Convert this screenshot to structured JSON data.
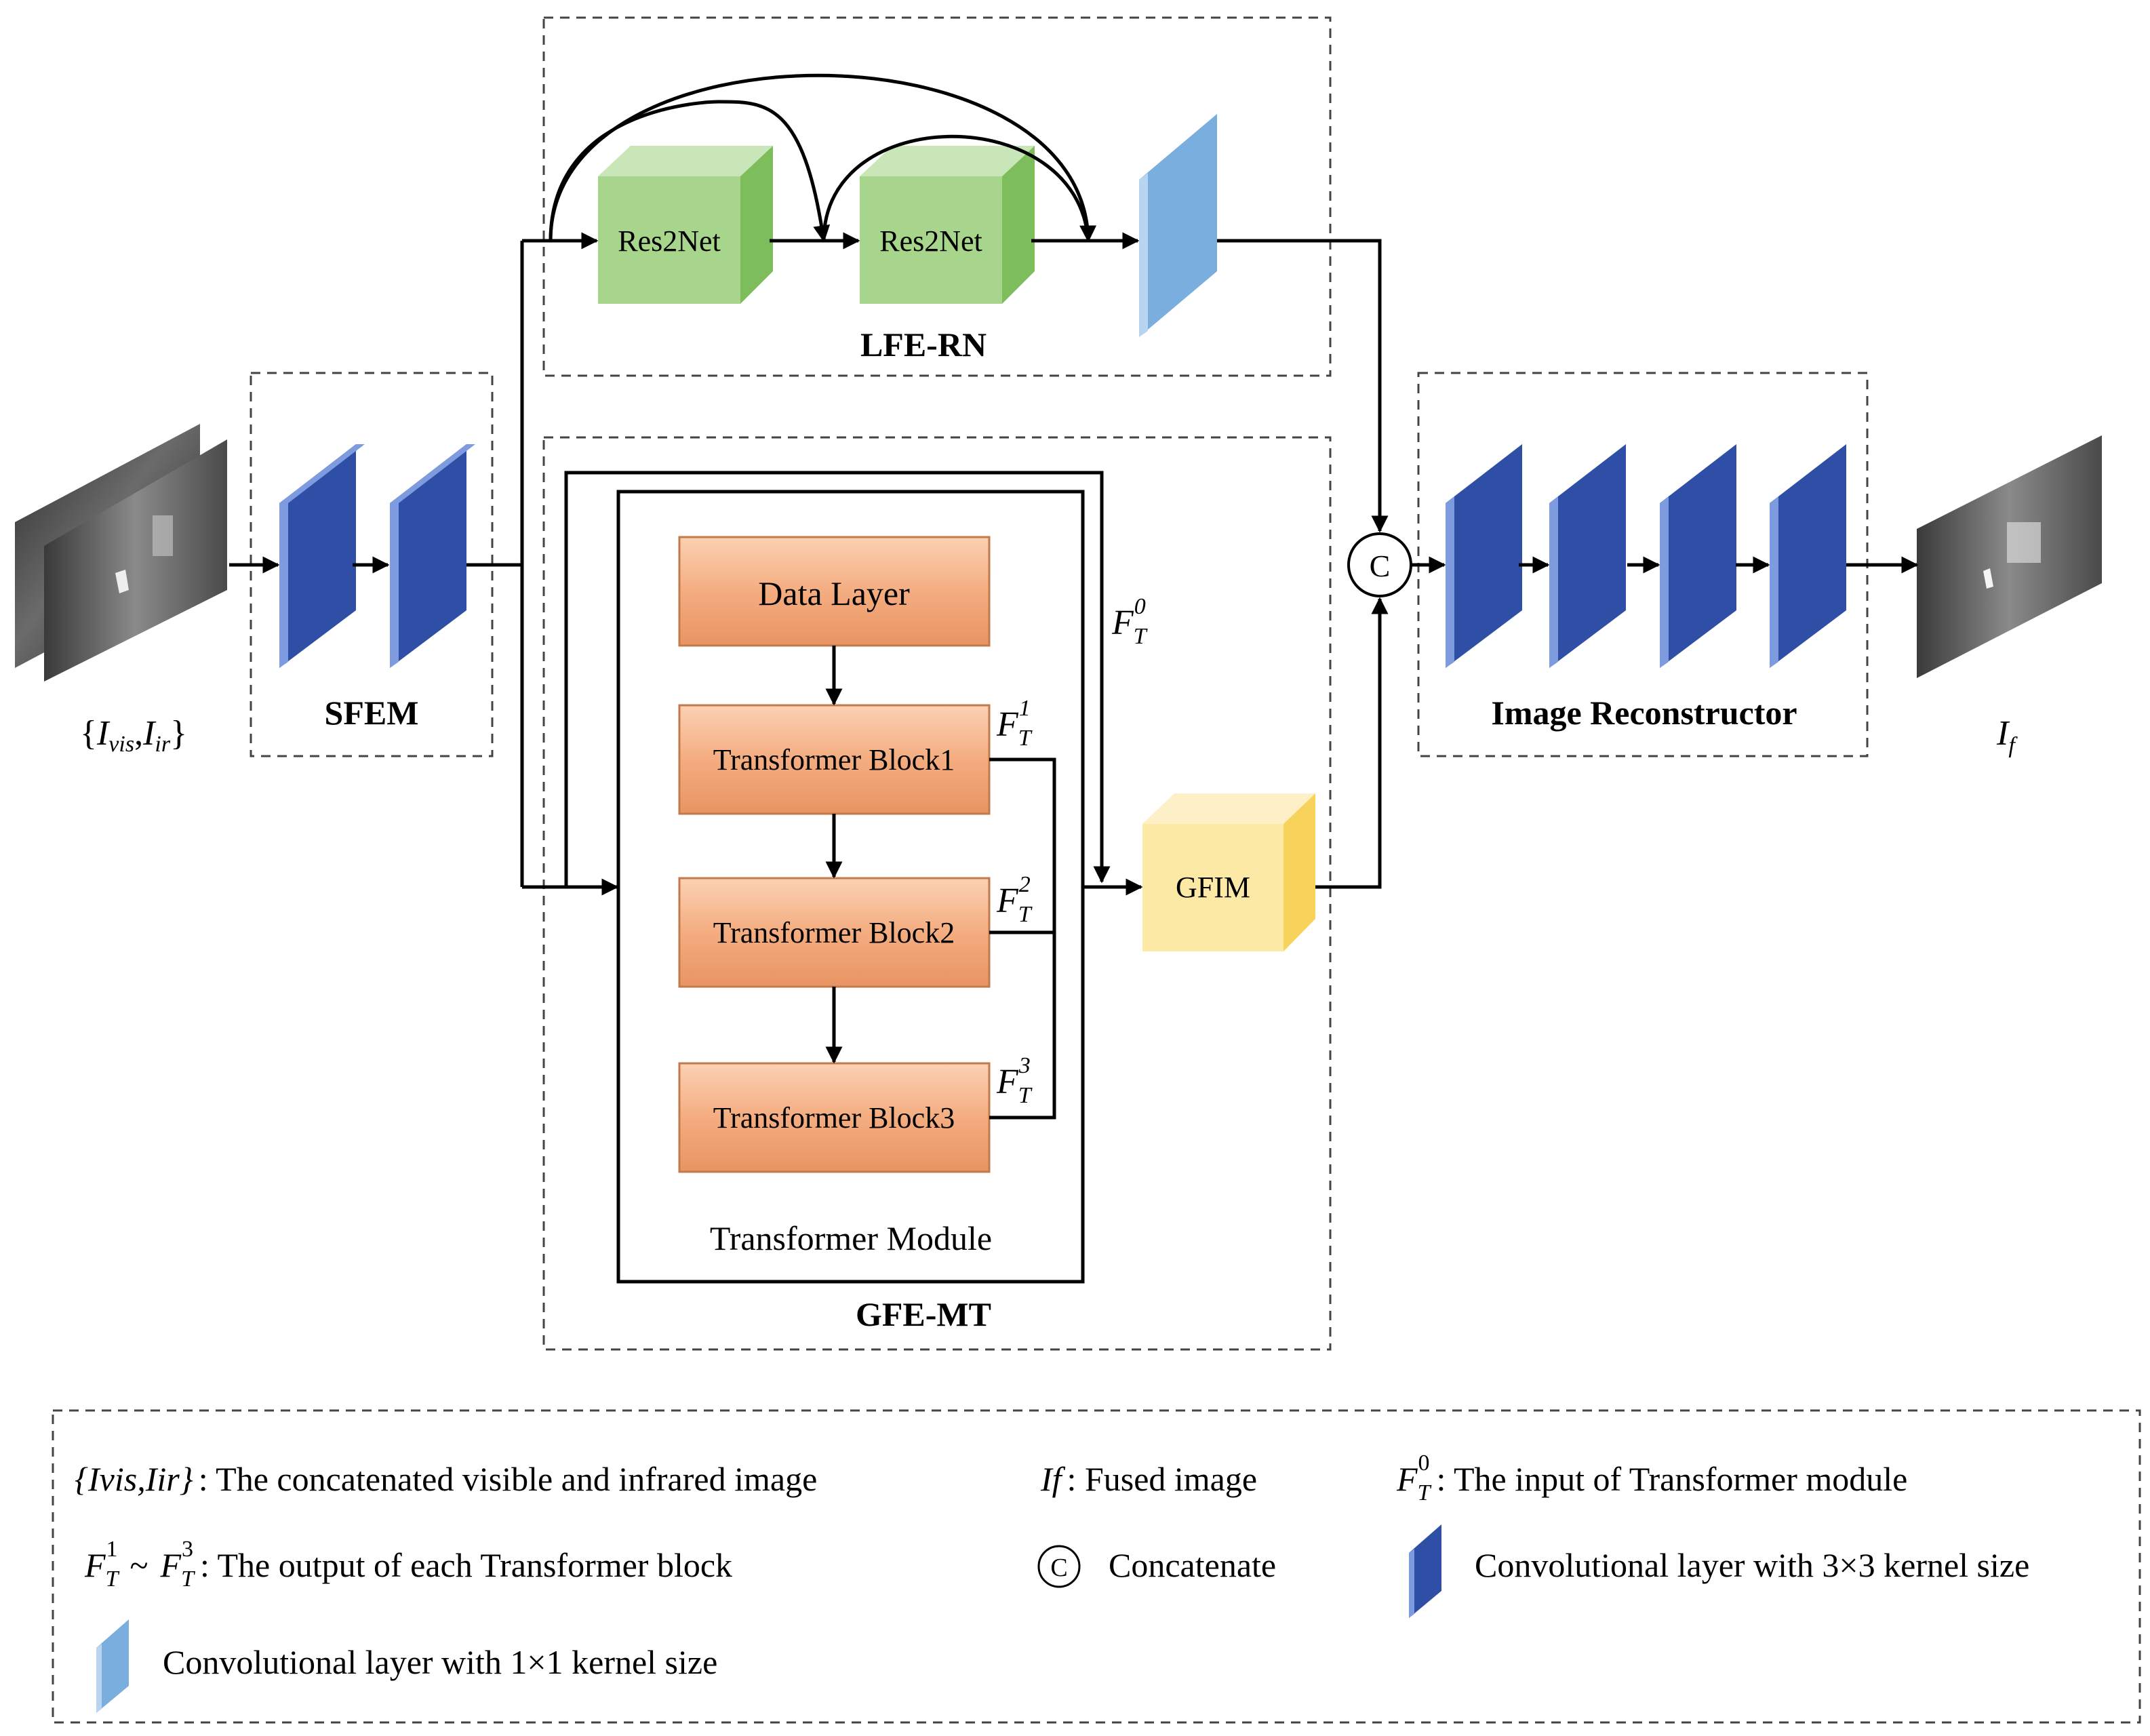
{
  "colors": {
    "res2net_front": "#a6d58b",
    "res2net_top": "#c9e6b8",
    "res2net_side": "#7dbd5b",
    "conv1x1": "#7aaedf",
    "conv3x3": "#2f4fa6",
    "conv3x3_edge": "#7e9be0",
    "transformer_block": "#f4ad80",
    "gfim_front": "#fde9a6",
    "gfim_side": "#f8d35c"
  },
  "modules": {
    "lfe_rn": "LFE-RN",
    "sfem": "SFEM",
    "gfe_mt": "GFE-MT",
    "image_reconstructor": "Image Reconstructor",
    "transformer_module": "Transformer Module"
  },
  "blocks": {
    "res2net_1": "Res2Net",
    "res2net_2": "Res2Net",
    "data_layer": "Data Layer",
    "transformer_block_1": "Transformer Block1",
    "transformer_block_2": "Transformer Block2",
    "transformer_block_3": "Transformer Block3",
    "gfim": "GFIM",
    "concat_symbol": "C"
  },
  "labels": {
    "input": {
      "open": "{",
      "I1": "I",
      "s1": "vis",
      "comma": ",",
      "I2": "I",
      "s2": "ir",
      "close": "}"
    },
    "output": {
      "I": "I",
      "sub": "f"
    },
    "ft0": {
      "F": "F",
      "sub": "T",
      "sup": "0"
    },
    "ft1": {
      "F": "F",
      "sub": "T",
      "sup": "1"
    },
    "ft2": {
      "F": "F",
      "sub": "T",
      "sup": "2"
    },
    "ft3": {
      "F": "F",
      "sub": "T",
      "sup": "3"
    }
  },
  "legend": {
    "input_symbol": "{Ivis,Iir}",
    "input_desc": ": The concatenated visible and infrared image",
    "fused_symbol": "If",
    "fused_desc": ":  Fused image",
    "ft0_desc": ": The input of  Transformer module",
    "ft_range_tilde": "~",
    "ft_range_desc": ": The output of each Transformer block",
    "concat_symbol": "C",
    "concat_desc": "Concatenate",
    "conv3x3_desc": "Convolutional layer with 3×3 kernel size",
    "conv1x1_desc": "Convolutional layer with 1×1 kernel size"
  }
}
